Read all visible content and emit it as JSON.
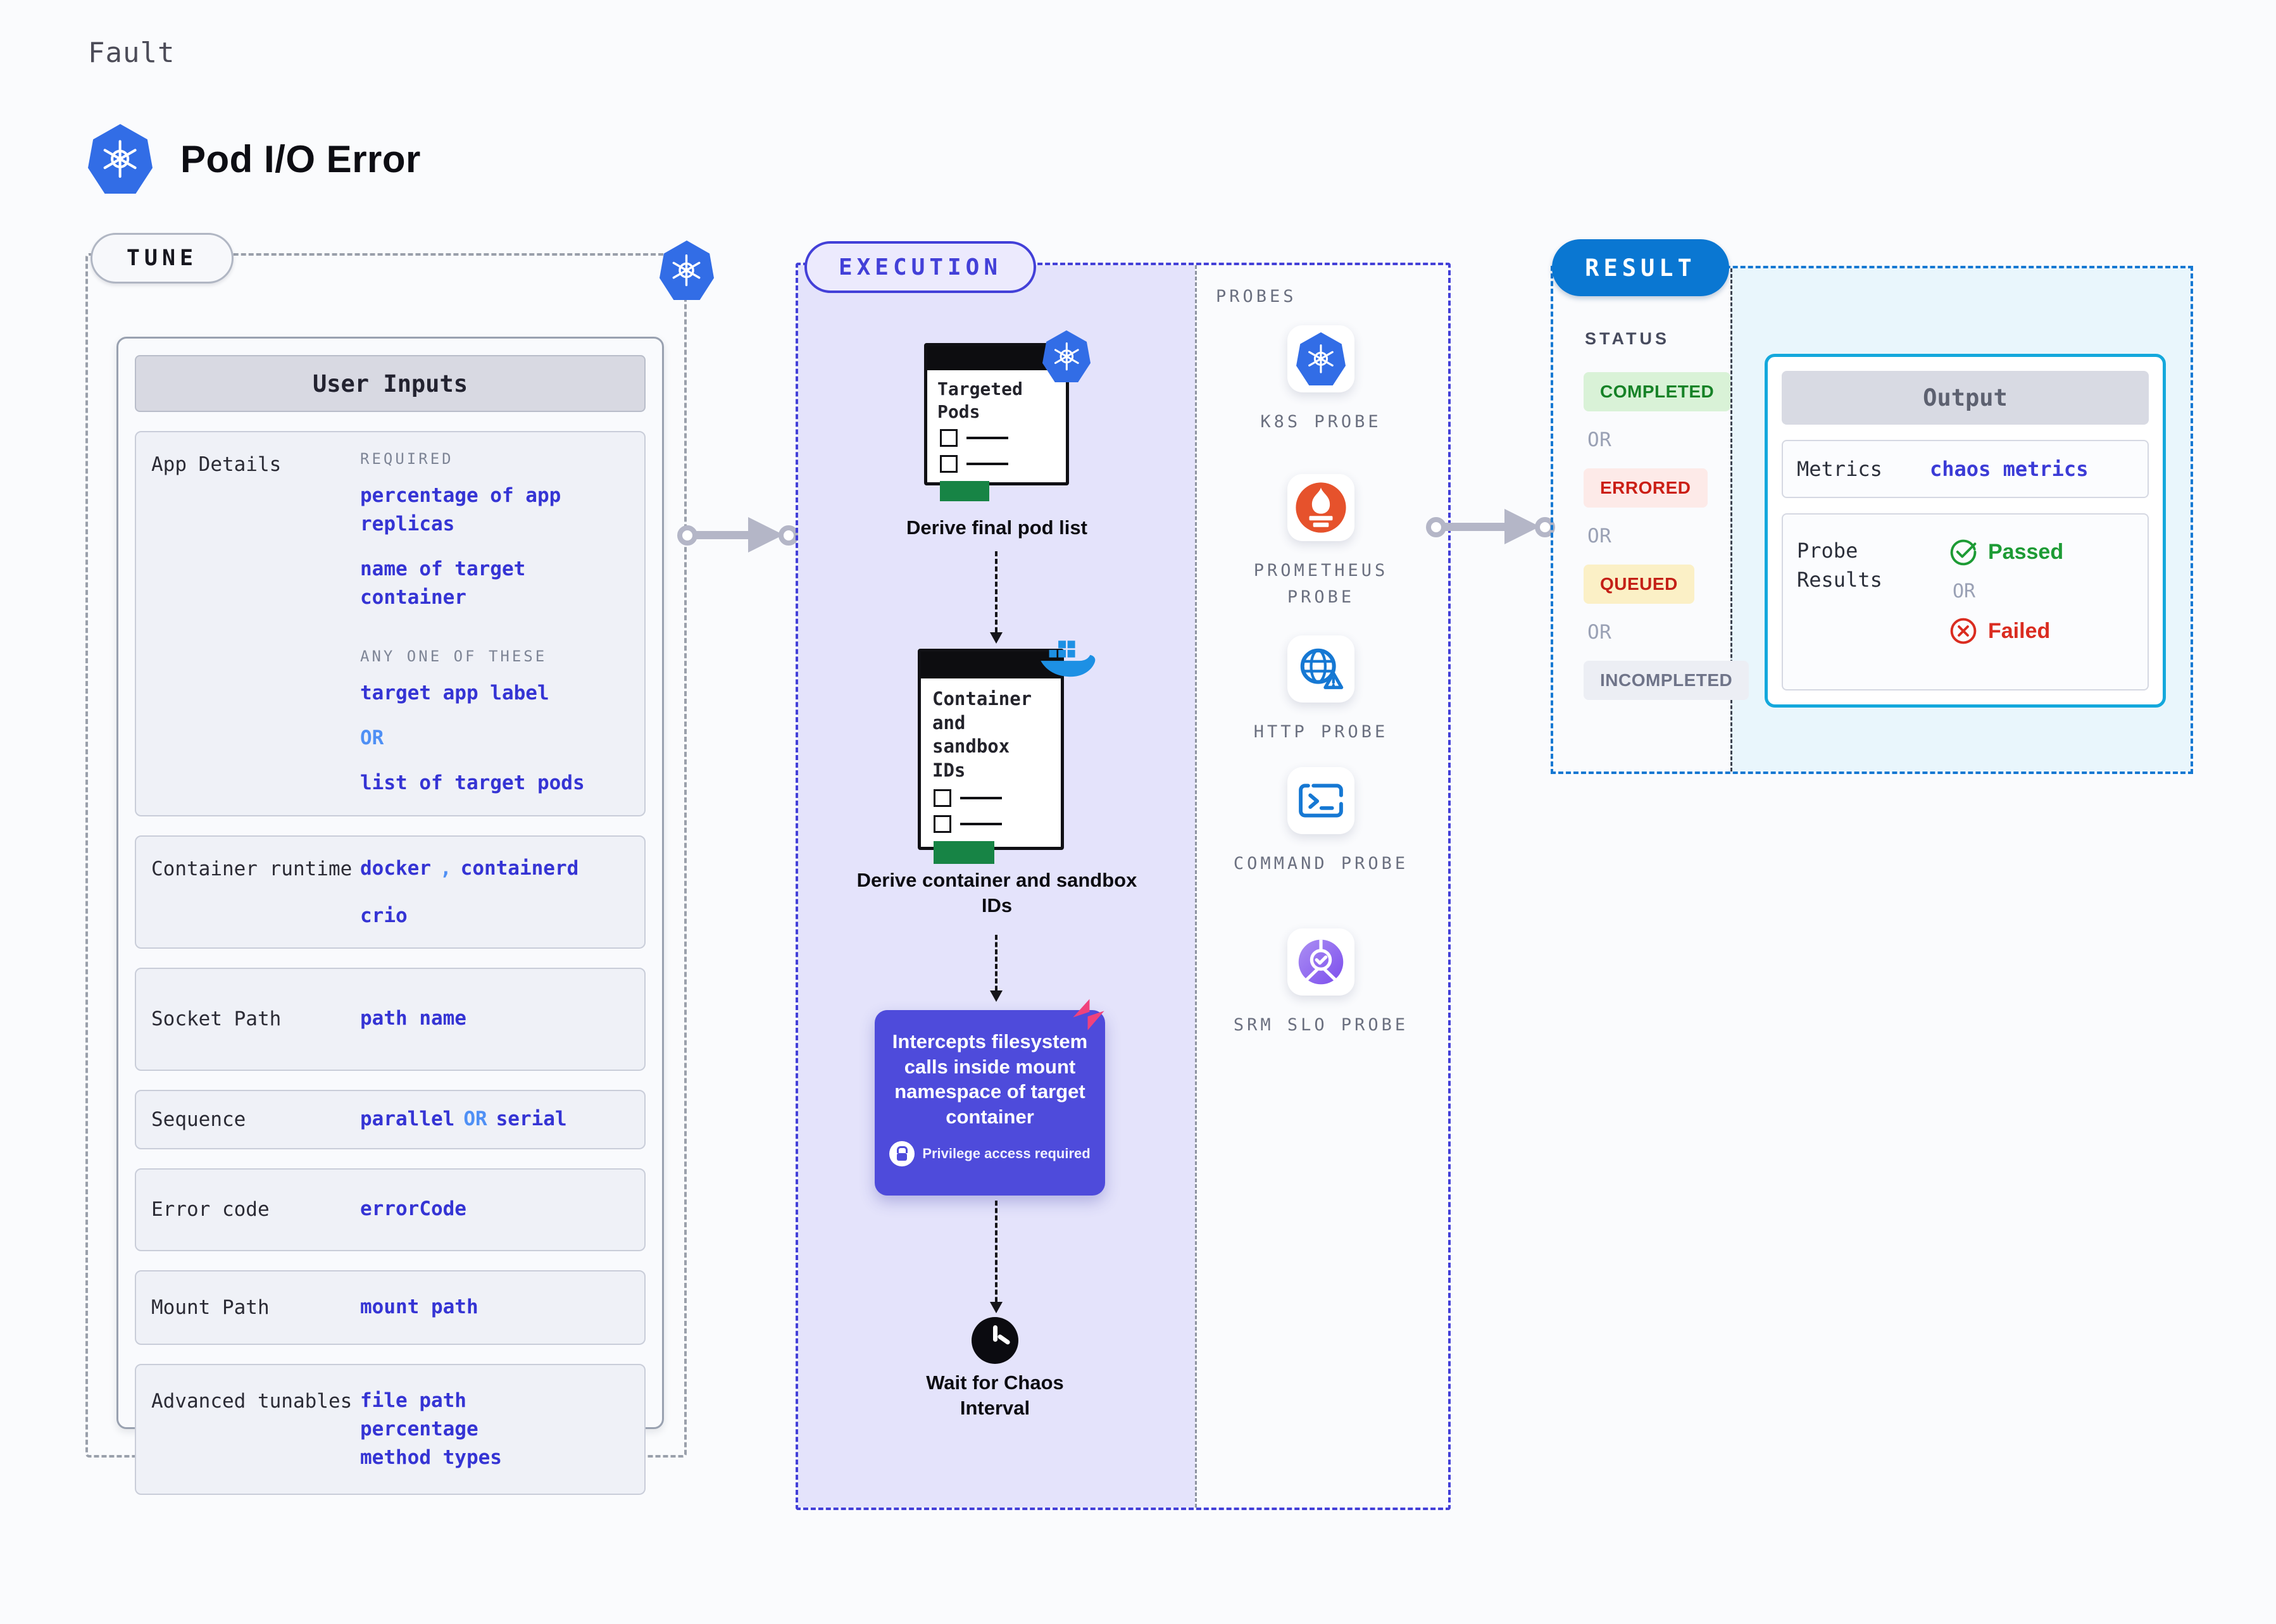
{
  "header": {
    "kicker": "Fault",
    "title": "Pod I/O Error"
  },
  "tune": {
    "label": "TUNE",
    "card_title": "User Inputs",
    "app_details": {
      "label": "App Details",
      "required_caption": "REQUIRED",
      "required": [
        "percentage of app replicas",
        "name of target container"
      ],
      "any_caption": "ANY ONE OF THESE",
      "any_first": "target app label",
      "or": "OR",
      "any_second": "list of target pods"
    },
    "container_runtime": {
      "label": "Container runtime",
      "v1": "docker",
      "comma": ",",
      "v2": "containerd",
      "v3": "crio"
    },
    "socket_path": {
      "label": "Socket Path",
      "value": "path name"
    },
    "sequence": {
      "label": "Sequence",
      "v1": "parallel",
      "or": "OR",
      "v2": "serial"
    },
    "error_code": {
      "label": "Error code",
      "value": "errorCode"
    },
    "mount_path": {
      "label": "Mount Path",
      "value": "mount path"
    },
    "advanced_tunables": {
      "label": "Advanced tunables",
      "values": [
        "file path",
        "percentage",
        "method types"
      ]
    }
  },
  "execution": {
    "label": "EXECUTION",
    "step1": {
      "doc_title": "Targeted Pods",
      "caption": "Derive final pod list"
    },
    "step2": {
      "doc_title": "Container and sandbox IDs",
      "caption": "Derive container and sandbox IDs"
    },
    "intercept": {
      "text": "Intercepts filesystem calls inside mount namespace of target container",
      "badge": "Privilege access required"
    },
    "wait_caption": "Wait for Chaos Interval"
  },
  "probes": {
    "label": "PROBES",
    "items": [
      {
        "name": "K8S PROBE"
      },
      {
        "name": "PROMETHEUS PROBE"
      },
      {
        "name": "HTTP PROBE"
      },
      {
        "name": "COMMAND PROBE"
      },
      {
        "name": "SRM SLO PROBE"
      }
    ]
  },
  "result": {
    "label": "RESULT",
    "status_title": "STATUS",
    "statuses": [
      {
        "text": "COMPLETED",
        "kind": "completed"
      },
      {
        "text": "OR",
        "kind": "or"
      },
      {
        "text": "ERRORED",
        "kind": "errored"
      },
      {
        "text": "OR",
        "kind": "or"
      },
      {
        "text": "QUEUED",
        "kind": "queued"
      },
      {
        "text": "OR",
        "kind": "or"
      },
      {
        "text": "INCOMPLETED",
        "kind": "incompleted"
      }
    ],
    "output": {
      "title": "Output",
      "metrics_label": "Metrics",
      "metrics_value": "chaos metrics",
      "probe_results_label": "Probe Results",
      "passed": "Passed",
      "or": "OR",
      "failed": "Failed"
    }
  },
  "colors": {
    "k8s_blue": "#326de6",
    "execution_indigo": "#4340d8",
    "execution_fill": "#e4e3fb",
    "value_blue": "#3534d4",
    "light_blue_or": "#4f90f5",
    "result_blue": "#0a77d2",
    "output_border_cyan": "#14a8dc",
    "result_fill_cyan": "#e9f6fc",
    "intercept_purple": "#4e4bdb",
    "passed_green": "#1d9b35",
    "failed_red": "#da2c20",
    "completed_green": "#168227",
    "queued_yellow_bg": "#fbf0c6",
    "prometheus_orange": "#e6522c",
    "docker_blue": "#1d90e4",
    "pink_badge": "#f0427c",
    "clipboard_green": "#178445"
  }
}
